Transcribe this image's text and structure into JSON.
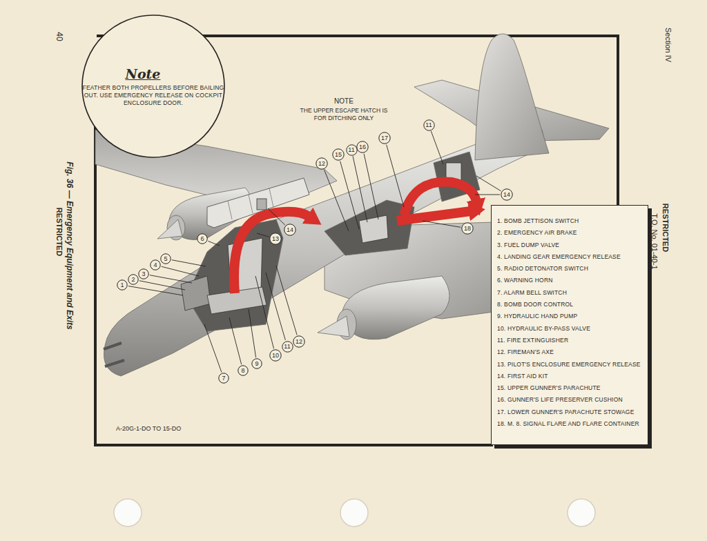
{
  "diagram": {
    "caption": "Fig. 36 — Emergency Equipment and Exits",
    "nodes": [
      {
        "text": [
          "Note",
          "FEATHER BOTH PROPELLERS BEFORE BAILING OUT. USE EMERGENCY RELEASE ON COCKPIT ENCLOSURE DOOR."
        ]
      },
      {
        "text": [
          "1"
        ]
      },
      {
        "text": [
          "2"
        ]
      },
      {
        "text": [
          "3"
        ]
      },
      {
        "text": [
          "4"
        ]
      },
      {
        "text": [
          "5"
        ]
      },
      {
        "text": [
          "6"
        ]
      },
      {
        "text": [
          "13"
        ]
      },
      {
        "text": [
          "14"
        ]
      },
      {
        "text": [
          "7"
        ]
      },
      {
        "text": [
          "8"
        ]
      },
      {
        "text": [
          "9"
        ]
      },
      {
        "text": [
          "10"
        ]
      },
      {
        "text": [
          "11"
        ]
      },
      {
        "text": [
          "12"
        ]
      },
      {
        "text": [
          "12"
        ]
      },
      {
        "text": [
          "15"
        ]
      },
      {
        "text": [
          "11"
        ]
      },
      {
        "text": [
          "16"
        ]
      },
      {
        "text": [
          "17"
        ]
      },
      {
        "text": [
          "18"
        ]
      },
      {
        "text": [
          "11"
        ]
      },
      {
        "text": [
          "14"
        ]
      },
      {
        "text": [
          "1. BOMB JETTISON SWITCH",
          "2. EMERGENCY AIR BRAKE",
          "3. FUEL DUMP VALVE",
          "4. LANDING GEAR EMERGENCY RELEASE",
          "5. RADIO DETONATOR SWITCH",
          "6. WARNING HORN",
          "7. ALARM BELL SWITCH",
          "8. BOMB DOOR CONTROL",
          "9. HYDRAULIC HAND PUMP",
          "10. HYDRAULIC BY-PASS VALVE",
          "11. FIRE EXTINGUISHER",
          "12. FIREMAN'S AXE",
          "13. PILOT'S ENCLOSURE EMERGENCY RELEASE",
          "14. FIRST AID KIT",
          "15. UPPER GUNNER'S PARACHUTE",
          "16. GUNNER'S LIFE PRESERVER CUSHION",
          "17. LOWER GUNNER'S PARACHUTE STOWAGE",
          "18. M. 8. SIGNAL FLARE AND FLARE CONTAINER"
        ]
      }
    ],
    "labels": [
      "40",
      "Section IV",
      "RESTRICTED",
      "T.O. No. 01-40-1",
      "RESTRICTED",
      "NOTE",
      "THE UPPER ESCAPE HATCH IS FOR DITCHING ONLY",
      "A-20G-1-DO TO 15-DO"
    ]
  }
}
